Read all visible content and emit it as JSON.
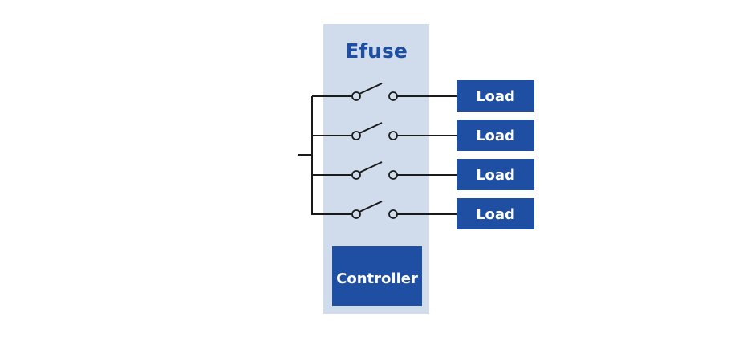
{
  "efuse": {
    "title": "Efuse",
    "controller_label": "Controller"
  },
  "loads": [
    {
      "label": "Load"
    },
    {
      "label": "Load"
    },
    {
      "label": "Load"
    },
    {
      "label": "Load"
    }
  ],
  "colors": {
    "efuse_panel": "#d0dbec",
    "title_text": "#1f4fa3",
    "box_fill": "#1f4fa3",
    "box_text": "#ffffff",
    "wire": "#1a1a1a"
  }
}
